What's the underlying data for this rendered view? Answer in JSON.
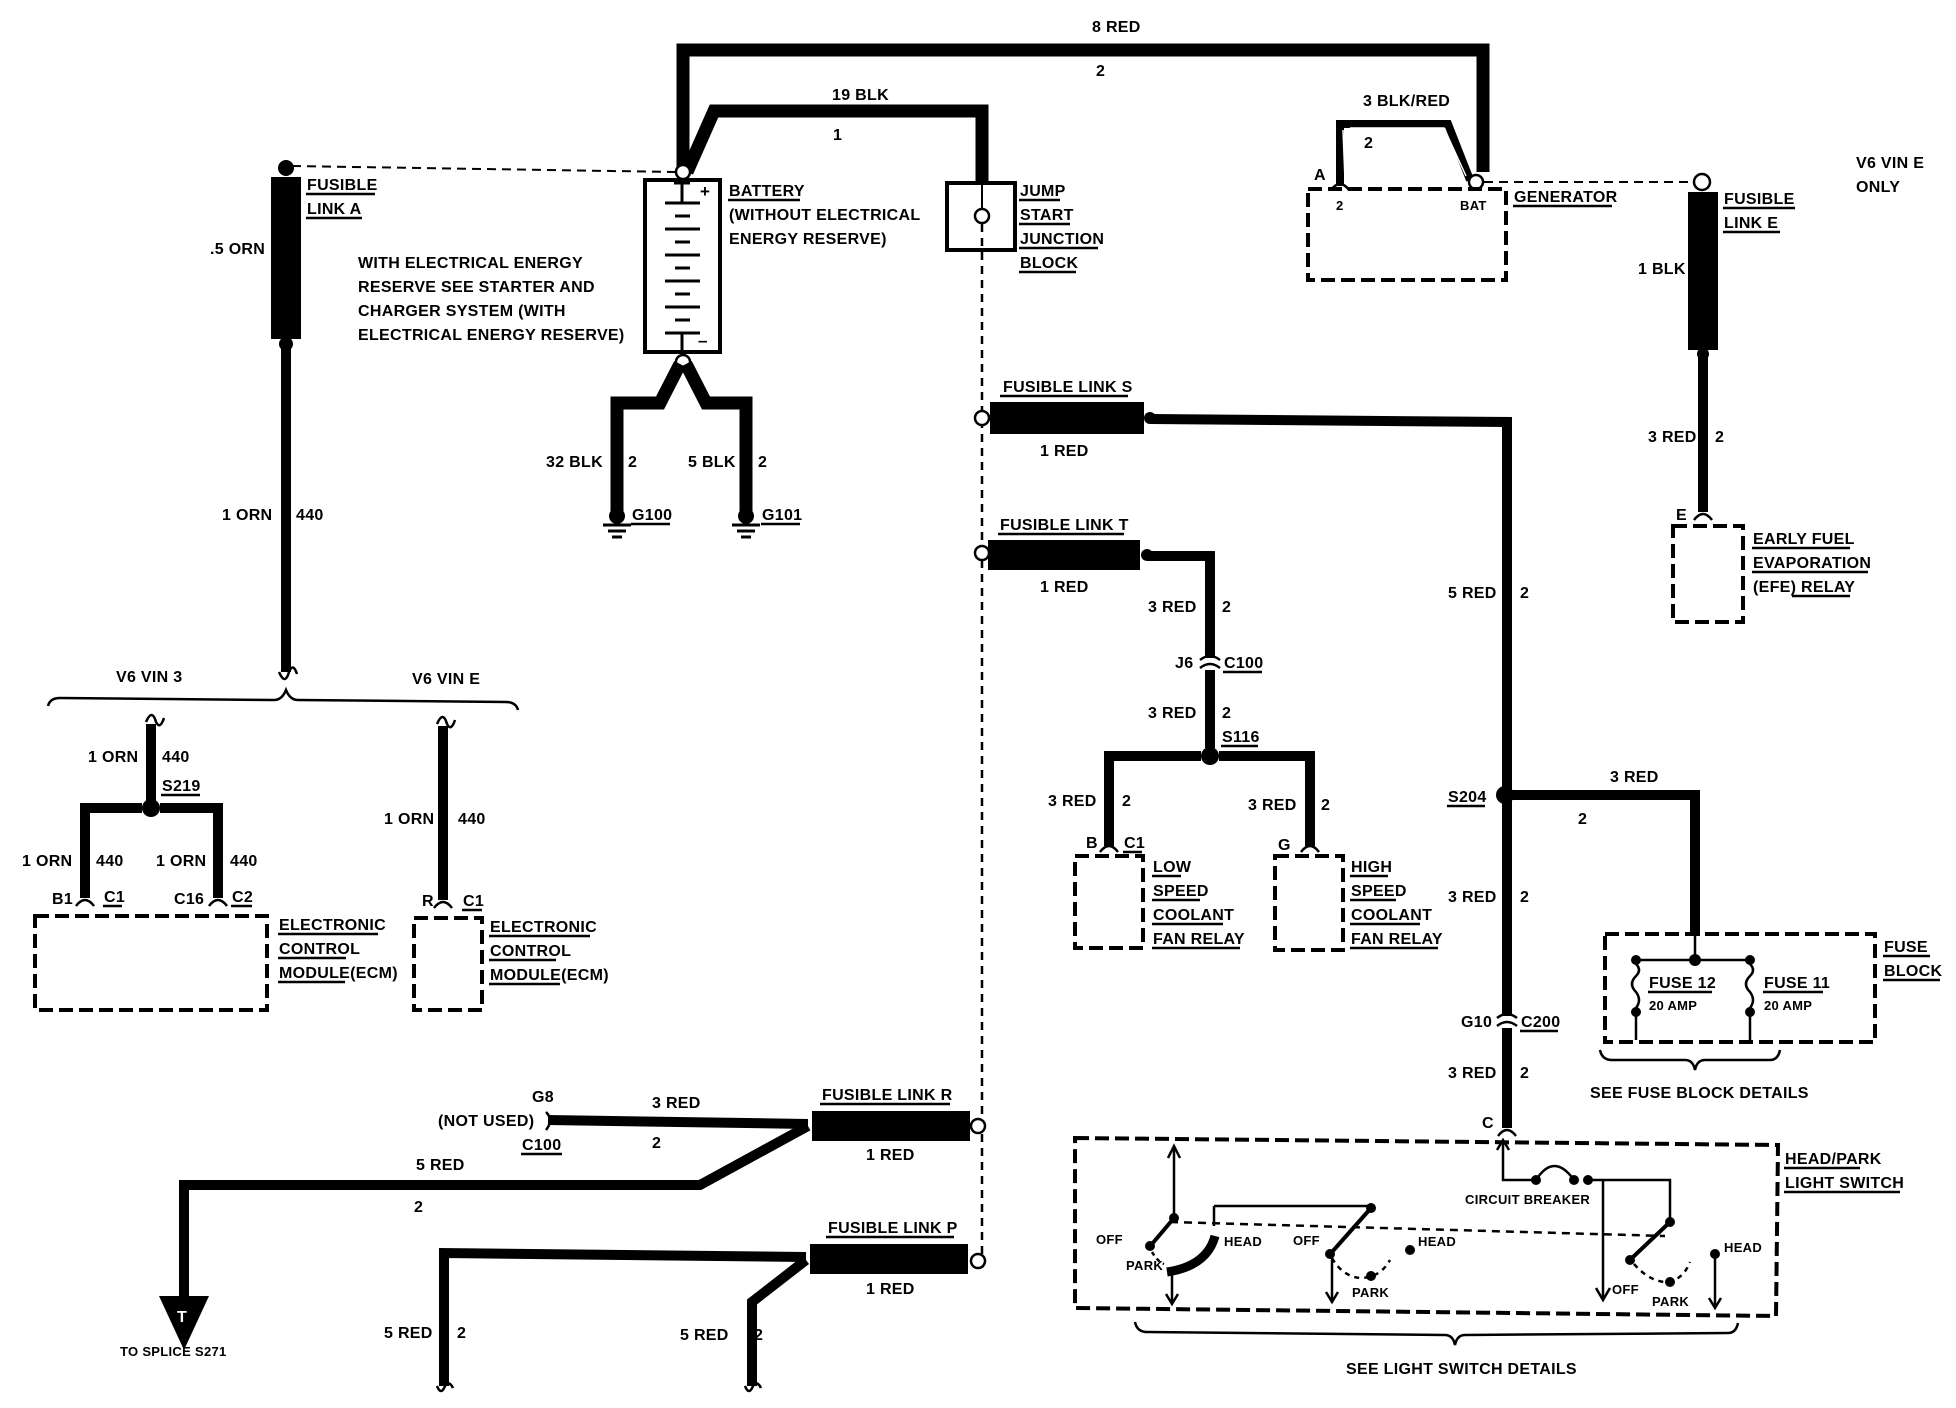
{
  "diagram": {
    "title_note": "V6 VIN E ONLY",
    "top_wire": {
      "gauge_color": "8 RED",
      "circuit": "2"
    },
    "battery_wire": {
      "gauge_color": "19 BLK",
      "circuit": "1"
    },
    "battery": {
      "label": "BATTERY",
      "note_line1": "(WITHOUT ELECTRICAL",
      "note_line2": "ENERGY RESERVE)",
      "plus": "+",
      "minus": "–"
    },
    "eer_note": [
      "WITH ELECTRICAL ENERGY",
      "RESERVE SEE STARTER AND",
      "CHARGER SYSTEM (WITH",
      "ELECTRICAL ENERGY RESERVE)"
    ],
    "jump_block": [
      "JUMP",
      "START",
      "JUNCTION",
      "BLOCK"
    ],
    "fusible_link_a": {
      "label_line1": "FUSIBLE",
      "label_line2": "LINK A",
      "link_wire": ".5 ORN",
      "wire": "1 ORN",
      "circuit": "440"
    },
    "grounds": [
      {
        "wire": "32 BLK",
        "circuit": "2",
        "id": "G100"
      },
      {
        "wire": "5 BLK",
        "circuit": "2",
        "id": "G101"
      }
    ],
    "generator": {
      "label": "GENERATOR",
      "wire": "3 BLK/RED",
      "circuit": "2",
      "terminal_a": "A",
      "pin_2": "2",
      "pin_bat": "BAT"
    },
    "fusible_link_e": {
      "label_line1": "FUSIBLE",
      "label_line2": "LINK E",
      "link_wire": "1 BLK",
      "wire": "3 RED",
      "circuit": "2",
      "terminal": "E"
    },
    "efe_relay": [
      "EARLY FUEL",
      "EVAPORATION",
      "(EFE) RELAY"
    ],
    "vin_split": {
      "left": "V6 VIN 3",
      "right": "V6 VIN E"
    },
    "ecm_left": {
      "trunk_wire": "1 ORN",
      "trunk_circuit": "440",
      "splice": "S219",
      "branch1": {
        "wire": "1 ORN",
        "circuit": "440",
        "pin": "B1",
        "conn": "C1"
      },
      "branch2": {
        "wire": "1 ORN",
        "circuit": "440",
        "pin": "C16",
        "conn": "C2"
      },
      "label": [
        "ELECTRONIC",
        "CONTROL",
        "MODULE(ECM)"
      ]
    },
    "ecm_right": {
      "wire": "1 ORN",
      "circuit": "440",
      "pin": "R",
      "conn": "C1",
      "label": [
        "ELECTRONIC",
        "CONTROL",
        "MODULE(ECM)"
      ]
    },
    "fusible_link_s": {
      "label": "FUSIBLE LINK S",
      "wire": "1 RED"
    },
    "fusible_link_t": {
      "label": "FUSIBLE LINK T",
      "wire": "1 RED"
    },
    "fan_circuit": {
      "upper_wire": "3 RED",
      "upper_circuit": "2",
      "conn_pin": "J6",
      "conn": "C100",
      "lower_wire": "3 RED",
      "lower_circuit": "2",
      "splice": "S116",
      "low": {
        "wire": "3 RED",
        "circuit": "2",
        "pin": "B",
        "conn": "C1",
        "label": [
          "LOW",
          "SPEED",
          "COOLANT",
          "FAN RELAY"
        ]
      },
      "high": {
        "wire": "3 RED",
        "circuit": "2",
        "pin": "G",
        "label": [
          "HIGH",
          "SPEED",
          "COOLANT",
          "FAN RELAY"
        ]
      }
    },
    "main_feed": {
      "wire1": "5 RED",
      "circuit1": "2",
      "splice": "S204",
      "branch_wire": "3 RED",
      "branch_circuit": "2",
      "wire2": "3 RED",
      "circuit2": "2",
      "conn_pin": "G10",
      "conn": "C200",
      "wire3": "3 RED",
      "circuit3": "2",
      "terminal": "C"
    },
    "fuse_block": {
      "label": [
        "FUSE",
        "BLOCK"
      ],
      "fuses": [
        {
          "name": "FUSE 12",
          "rating": "20 AMP"
        },
        {
          "name": "FUSE 11",
          "rating": "20 AMP"
        }
      ],
      "details": "SEE FUSE BLOCK DETAILS"
    },
    "light_switch": {
      "label": [
        "HEAD/PARK",
        "LIGHT SWITCH"
      ],
      "breaker": "CIRCUIT BREAKER",
      "positions": [
        "OFF",
        "PARK",
        "HEAD"
      ],
      "details": "SEE LIGHT SWITCH DETAILS"
    },
    "fusible_link_r": {
      "label": "FUSIBLE LINK R",
      "wire": "1 RED",
      "unused_pin": "G8",
      "unused_note": "(NOT USED)",
      "unused_conn": "C100",
      "unused_wire": "3 RED",
      "unused_circuit": "2",
      "out_wire": "5 RED",
      "out_circuit": "2",
      "splice_note": "TO SPLICE S271",
      "splice_symbol": "T"
    },
    "fusible_link_p": {
      "label": "FUSIBLE LINK P",
      "wire": "1 RED",
      "out1_wire": "5 RED",
      "out1_circuit": "2",
      "out2_wire": "5 RED",
      "out2_circuit": "2"
    }
  }
}
